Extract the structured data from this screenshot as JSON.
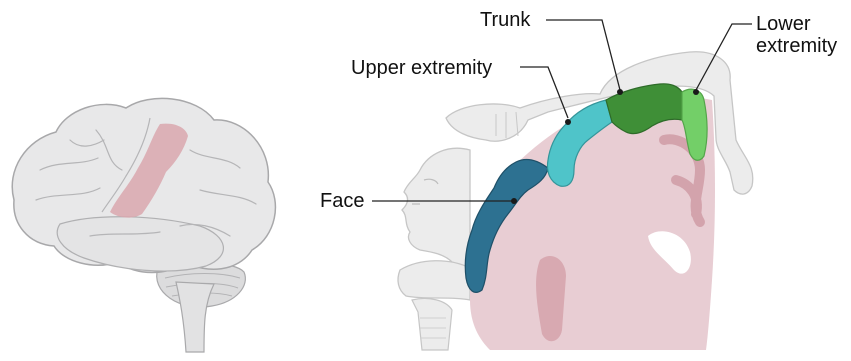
{
  "labels": {
    "trunk": "Trunk",
    "upper_extremity": "Upper extremity",
    "lower_extremity": "Lower extremity",
    "face": "Face"
  },
  "colors": {
    "face": "#2d7191",
    "upper_extremity": "#4fc4c9",
    "trunk": "#3f8f37",
    "lower_extremity": "#73cf68",
    "cortex_tissue": "#e8cdd3",
    "highlight_region": "#d9a7ae",
    "brain": "#e9e9ea",
    "homunculus": "#ececec"
  },
  "icons": {
    "brain": "brain-illustration",
    "homunculus": "motor-homunculus-figure"
  }
}
